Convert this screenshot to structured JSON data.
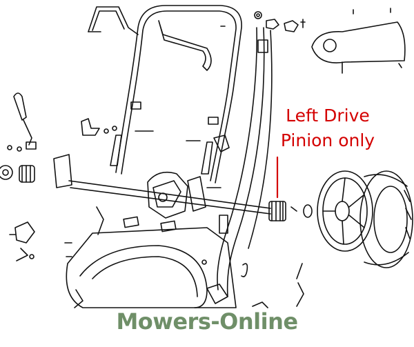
{
  "callout": {
    "line1": "Left Drive",
    "line2": "Pinion only",
    "color": "#d40000"
  },
  "watermark": {
    "text": "Mowers-Online",
    "color": "#6f8f68"
  },
  "line_color": "#111111"
}
